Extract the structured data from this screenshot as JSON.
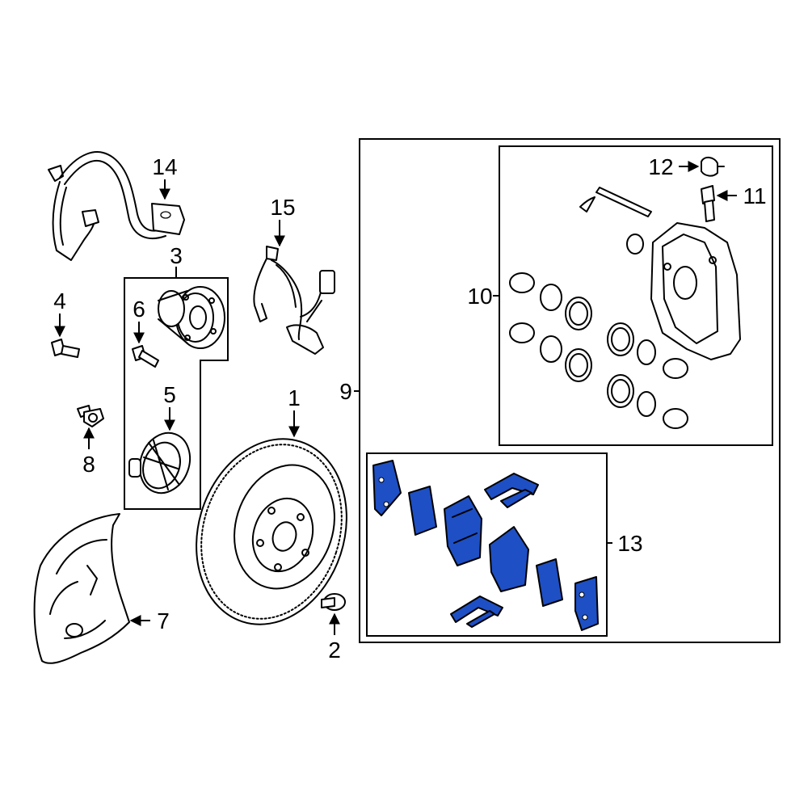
{
  "highlight_color": "#1e4fc4",
  "callouts": {
    "c1": "1",
    "c2": "2",
    "c3": "3",
    "c4": "4",
    "c5": "5",
    "c6": "6",
    "c7": "7",
    "c8": "8",
    "c9": "9",
    "c10": "10",
    "c11": "11",
    "c12": "12",
    "c13": "13",
    "c14": "14",
    "c15": "15"
  }
}
